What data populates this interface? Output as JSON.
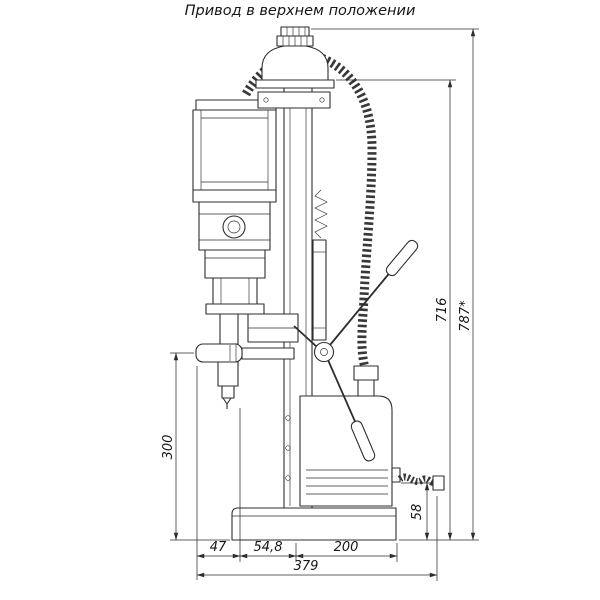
{
  "title": "Привод в верхнем положении",
  "dimensions": {
    "height_716": "716",
    "height_787": "787*",
    "reach_300": "300",
    "cord_58": "58",
    "width_47": "47",
    "width_54_8": "54,8",
    "width_200": "200",
    "width_379": "379"
  }
}
